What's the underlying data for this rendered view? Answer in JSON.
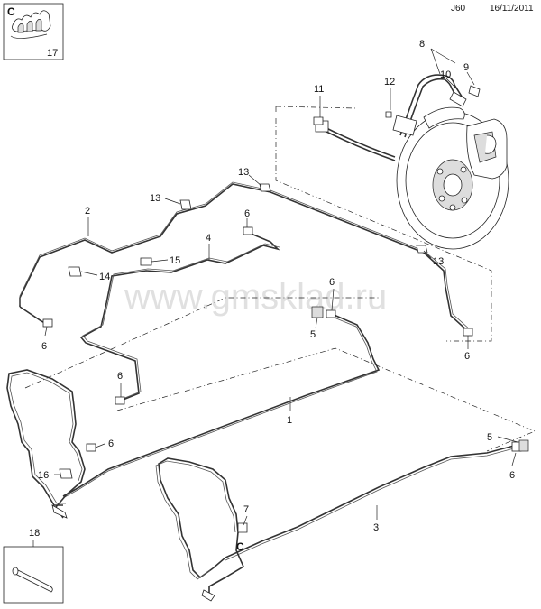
{
  "header": {
    "code": "J60",
    "date": "16/11/2011"
  },
  "watermark": "www.gmsklad.ru",
  "inset_top": {
    "letter": "C",
    "part_number": "17"
  },
  "inset_bottom": {
    "part_number": "18"
  },
  "detail_marker": "C",
  "callouts": [
    {
      "id": "c8",
      "text": "8"
    },
    {
      "id": "c9",
      "text": "9"
    },
    {
      "id": "c10",
      "text": "10"
    },
    {
      "id": "c11",
      "text": "11"
    },
    {
      "id": "c12",
      "text": "12"
    },
    {
      "id": "c13a",
      "text": "13"
    },
    {
      "id": "c13b",
      "text": "13"
    },
    {
      "id": "c13c",
      "text": "13"
    },
    {
      "id": "c2",
      "text": "2"
    },
    {
      "id": "c4",
      "text": "4"
    },
    {
      "id": "c6a",
      "text": "6"
    },
    {
      "id": "c6b",
      "text": "6"
    },
    {
      "id": "c6c",
      "text": "6"
    },
    {
      "id": "c6d",
      "text": "6"
    },
    {
      "id": "c6e",
      "text": "6"
    },
    {
      "id": "c6f",
      "text": "6"
    },
    {
      "id": "c6g",
      "text": "6"
    },
    {
      "id": "c15",
      "text": "15"
    },
    {
      "id": "c14",
      "text": "14"
    },
    {
      "id": "c5a",
      "text": "5"
    },
    {
      "id": "c5b",
      "text": "5"
    },
    {
      "id": "c1",
      "text": "1"
    },
    {
      "id": "c16",
      "text": "16"
    },
    {
      "id": "c7",
      "text": "7"
    },
    {
      "id": "c3",
      "text": "3"
    }
  ]
}
